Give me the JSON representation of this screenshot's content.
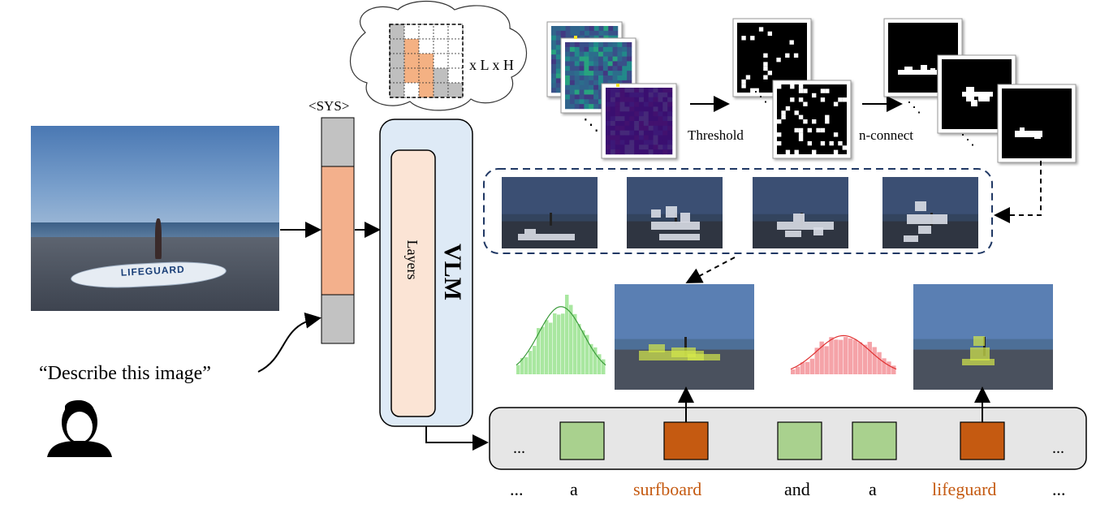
{
  "sys_label": "<SYS>",
  "prompt_text": "“Describe this image”",
  "vlm": {
    "title": "VLM",
    "layers_label": "Layers"
  },
  "thought": {
    "multiplier": "x L x H"
  },
  "pipeline": {
    "threshold_label": "Threshold",
    "nconnect_label": "n-connect",
    "ellipsis": "⋱"
  },
  "photo": {
    "board_text": "LIFEGUARD"
  },
  "tokens": {
    "ellipsis": "...",
    "colors": {
      "normal": "#a9d18e",
      "highlight": "#c55a11",
      "highlight_text": "#c55a11"
    },
    "sequence": [
      "...",
      "a",
      "surfboard",
      "and",
      "a",
      "lifeguard",
      "..."
    ]
  },
  "histograms": {
    "green": {
      "bar_color": "#a9e7a0",
      "curve_color": "#3a9a3a"
    },
    "red": {
      "bar_color": "#f5a3a8",
      "curve_color": "#e03030"
    }
  }
}
